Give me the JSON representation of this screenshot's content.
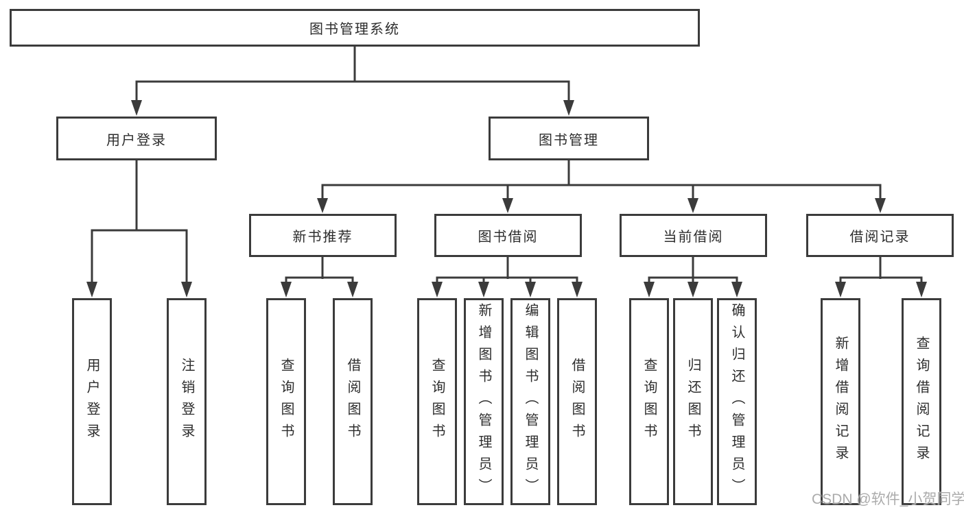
{
  "diagram_type": "hierarchy-tree",
  "colors": {
    "background": "#ffffff",
    "line": "#3b3b3b",
    "box_border": "#3b3b3b",
    "box_fill": "#ffffff",
    "text": "#2d2d2d",
    "watermark": "#a4a4a4"
  },
  "watermark": {
    "text": "CSDN @软件_小贺同学"
  },
  "tree": {
    "label": "图书管理系统",
    "children": [
      {
        "label": "用户登录",
        "children": [
          {
            "label": "用户登录"
          },
          {
            "label": "注销登录"
          }
        ]
      },
      {
        "label": "图书管理",
        "children": [
          {
            "label": "新书推荐",
            "children": [
              {
                "label": "查询图书"
              },
              {
                "label": "借阅图书"
              }
            ]
          },
          {
            "label": "图书借阅",
            "children": [
              {
                "label": "查询图书"
              },
              {
                "label": "新增图书（管理员）"
              },
              {
                "label": "编辑图书（管理员）"
              },
              {
                "label": "借阅图书"
              }
            ]
          },
          {
            "label": "当前借阅",
            "children": [
              {
                "label": "查询图书"
              },
              {
                "label": "归还图书"
              },
              {
                "label": "确认归还（管理员）"
              }
            ]
          },
          {
            "label": "借阅记录",
            "children": [
              {
                "label": "新增借阅记录"
              },
              {
                "label": "查询借阅记录"
              }
            ]
          }
        ]
      }
    ]
  }
}
